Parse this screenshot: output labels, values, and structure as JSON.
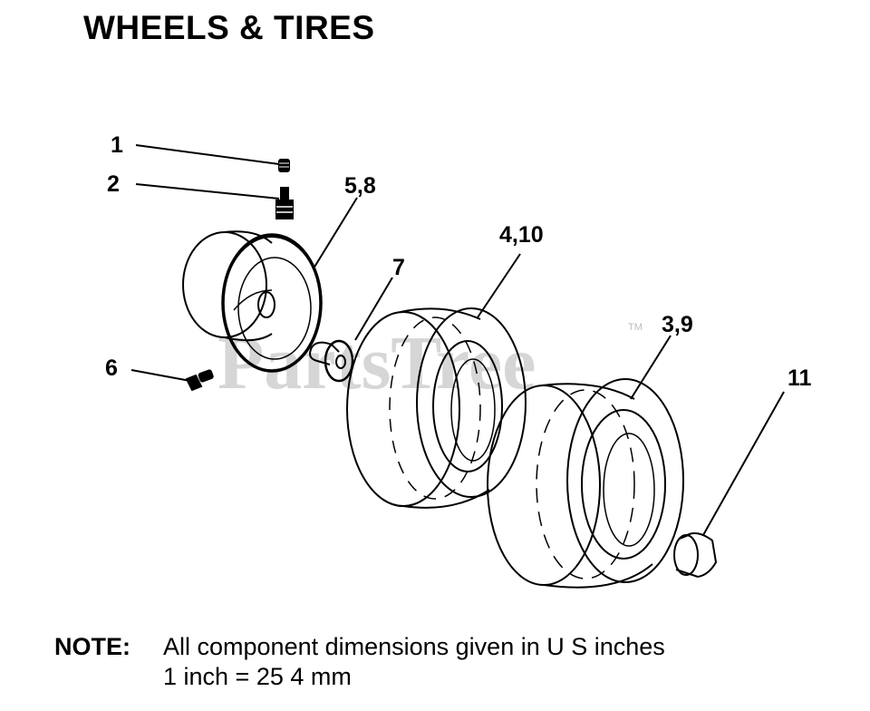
{
  "title": "WHEELS & TIRES",
  "watermark": {
    "text": "PartsTree",
    "trademark": "TM"
  },
  "callouts": {
    "c1": "1",
    "c2": "2",
    "c58": "5,8",
    "c7": "7",
    "c410": "4,10",
    "c39": "3,9",
    "c6": "6",
    "c11": "11"
  },
  "note": {
    "label": "NOTE:",
    "line1": "All component dimensions given in U S  inches",
    "line2": "1 inch = 25 4 mm"
  }
}
